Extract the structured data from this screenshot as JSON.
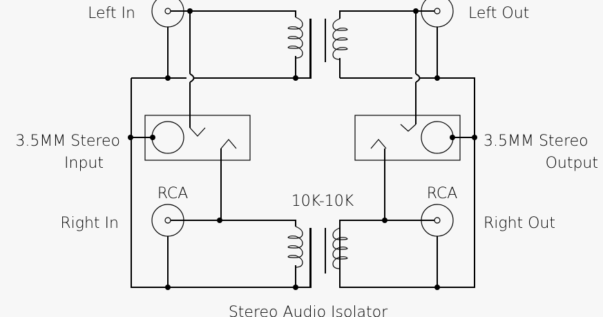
{
  "title": "Stereo Audio Isolator",
  "labels": {
    "left_in": "Left In",
    "left_out": "Left Out",
    "right_in": "Right In",
    "right_out": "Right Out",
    "input_jack_line1": "3.5MM Stereo",
    "input_jack_line2": "Input",
    "output_jack_line1": "3.5MM Stereo",
    "output_jack_line2": "Output",
    "rca_left": "RCA",
    "rca_right": "RCA",
    "transformer_rating": "10K-10K"
  },
  "components": [
    {
      "id": "left-in-rca",
      "type": "rca-jack"
    },
    {
      "id": "left-out-rca",
      "type": "rca-jack"
    },
    {
      "id": "right-in-rca",
      "type": "rca-jack"
    },
    {
      "id": "right-out-rca",
      "type": "rca-jack"
    },
    {
      "id": "input-3.5mm-jack",
      "type": "stereo-jack"
    },
    {
      "id": "output-3.5mm-jack",
      "type": "stereo-jack"
    },
    {
      "id": "left-transformer",
      "type": "transformer",
      "rating": "10K-10K"
    },
    {
      "id": "right-transformer",
      "type": "transformer",
      "rating": "10K-10K"
    }
  ]
}
